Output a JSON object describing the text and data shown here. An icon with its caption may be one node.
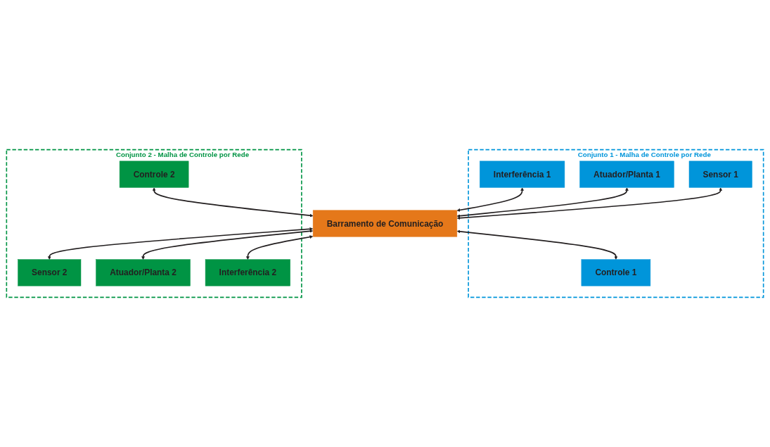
{
  "diagram": {
    "nodes": [
      {
        "text": [
          "Conjunto 1 - Malha de Controle por Rede"
        ]
      },
      {
        "text": [
          "Interferência 1"
        ],
        "in": 0
      },
      {
        "text": [
          "Atuador/Planta 1"
        ],
        "in": 0
      },
      {
        "text": [
          "Sensor 1"
        ],
        "in": 0
      },
      {
        "text": [
          "Conjunto 2 - Malha de Controle por Rede"
        ]
      },
      {
        "text": [
          "Controle 2"
        ],
        "in": 4
      },
      {
        "text": [
          "Barramento de Comunicação"
        ]
      },
      {
        "text": [
          "Controle 1"
        ],
        "in": 0
      },
      {
        "text": [
          "Sensor 2"
        ],
        "in": 4
      },
      {
        "text": [
          "Atuador/Planta 2"
        ],
        "in": 4
      },
      {
        "text": [
          "Interferência 2"
        ],
        "in": 4
      }
    ],
    "edges": [
      {
        "from": 1,
        "to": 6,
        "arrow": "both"
      },
      {
        "from": 2,
        "to": 6,
        "arrow": "both"
      },
      {
        "from": 3,
        "to": 6,
        "arrow": "both"
      },
      {
        "from": 5,
        "to": 6,
        "arrow": "both"
      },
      {
        "from": 6,
        "to": 7,
        "arrow": "both"
      },
      {
        "from": 6,
        "to": 8,
        "arrow": "both"
      },
      {
        "from": 6,
        "to": 9,
        "arrow": "both"
      },
      {
        "from": 6,
        "to": 10,
        "arrow": "both"
      }
    ]
  }
}
